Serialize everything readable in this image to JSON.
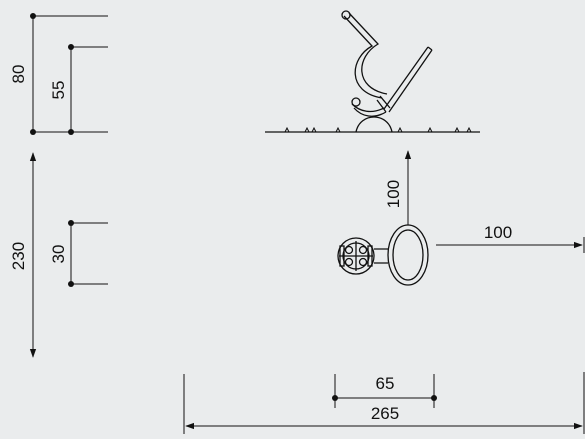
{
  "colors": {
    "background": "#eaeced",
    "ink": "#111111"
  },
  "dimensions": {
    "overall_height": "80",
    "seat_height": "55",
    "safety_zone_depth": "230",
    "seat_width": "30",
    "clearance_forward": "100",
    "clearance_side": "100",
    "item_length": "65",
    "safety_zone_length": "265"
  }
}
